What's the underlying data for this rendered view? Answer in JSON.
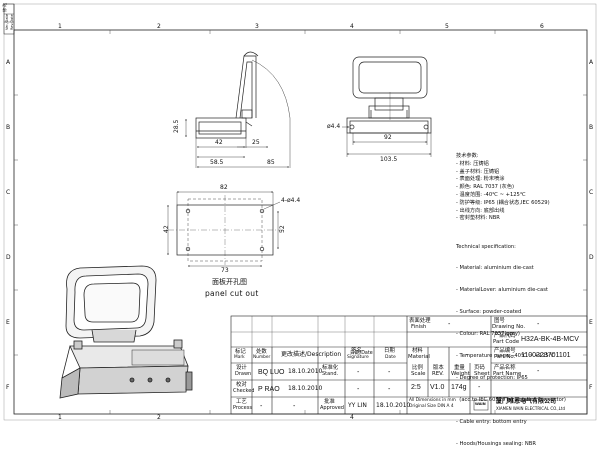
{
  "frame": {
    "top_numbers": [
      "1",
      "2",
      "3",
      "4",
      "5",
      "6"
    ],
    "side_letters": [
      "A",
      "B",
      "C",
      "D",
      "E",
      "F"
    ],
    "side_labels": [
      "修 改",
      "Ver./Date",
      "Rev.Date"
    ]
  },
  "dims": {
    "side_width": "42",
    "side_gap": "25",
    "side_total": "58.5",
    "side_height": "28.5",
    "side_reach": "85",
    "front_bolt": "ø4.4",
    "front_inner": "92",
    "front_outer": "103.5",
    "cut_width": "82",
    "cut_holes": "4-ø4.4",
    "cut_inner_h": "42",
    "cut_outer_h": "52",
    "cut_total_w": "73"
  },
  "cutout": {
    "title_cn": "面板开孔图",
    "title_en": "panel cut out"
  },
  "spec_cn": {
    "title": "技术参数:",
    "lines": [
      "- 材料: 压铸铝",
      "- 盖子材料: 压铸铝",
      "- 表面处理: 粉末喷涂",
      "- 颜色: RAL 7037 (灰色)",
      "- 温度范围: -40℃ ~ +125℃",
      "- 防护等级: IP65 (耦合状态,IEC 60529)",
      "- 出线方向: 底部出线",
      "- 密封垫材料: NBR"
    ]
  },
  "spec_en": {
    "title": "Technical specification:",
    "lines": [
      "- Material: aluminium die-cast",
      "- MaterialLover: aluminium die-cast",
      "- Surface: powder-coated",
      "- Colour: RAL 7037(grey)",
      "- Temperature range: -40℃ ~ +125℃",
      "- Degree of protection: IP65",
      "  (acc.to IEC 60529 for coupled connector)",
      "- Cable entry: bottom entry",
      "- Hoods/Housings sealing: NBR"
    ]
  },
  "title_block": {
    "finish_label_cn": "表面处理",
    "finish_label_en": "Finish",
    "drawing_no_cn": "图号",
    "drawing_no_en": "Drawing No.",
    "finish_value": "-",
    "part_code_cn": "产品代码",
    "part_code_en": "Part Code",
    "part_code": "H32A-BK-4B-MCV",
    "material_cn": "材料",
    "material_en": "Material",
    "material_value": "-",
    "part_no_cn": "产品编号",
    "part_no_en": "Part No.",
    "part_no": "1100323701101",
    "part_name_cn": "产品名称",
    "part_name_en": "Part Name",
    "part_name": "-",
    "scale_cn": "比例",
    "scale_en": "Scale",
    "scale": "2:5",
    "rev_cn": "版本",
    "rev_en": "REV.",
    "rev": "V1.0",
    "weight_cn": "重量",
    "weight_en": "Weight",
    "weight": "174g",
    "sheet_cn": "页码",
    "sheet_en": "Sheet",
    "sheet": "-",
    "units_line1": "All Dimensions in mm",
    "units_line2": "Original Size DIN A 4",
    "company_cn": "厦门唯恩电气有限公司",
    "company_en": "XIAMEN WAIN ELECTRICAL CO.,Ltd",
    "company_logo": "WAIN",
    "hdr_mark": "标记",
    "hdr_mark_en": "Mark",
    "hdr_num": "处数",
    "hdr_num_en": "Number",
    "hdr_change": "更改描述/Description",
    "hdr_date": "日期/Date",
    "hdr_sign": "签名",
    "hdr_sign_en": "Signature",
    "hdr_date2": "日期",
    "hdr_date2_en": "Date",
    "rows": [
      {
        "cn": "设计",
        "en": "Drawn",
        "name": "BQ LUO",
        "date": "18.10.2010",
        "cn2": "标准化",
        "en2": "Stand.",
        "name2": "-",
        "date2": "-"
      },
      {
        "cn": "校对",
        "en": "Checked",
        "name": "P RAO",
        "date": "18.10.2010",
        "cn2": "",
        "en2": "",
        "name2": "-",
        "date2": "-"
      },
      {
        "cn": "工艺",
        "en": "Process",
        "name": "-",
        "date": "-",
        "cn2": "批准",
        "en2": "Approved",
        "name2": "YY LIN",
        "date2": "18.10.2010"
      }
    ]
  }
}
